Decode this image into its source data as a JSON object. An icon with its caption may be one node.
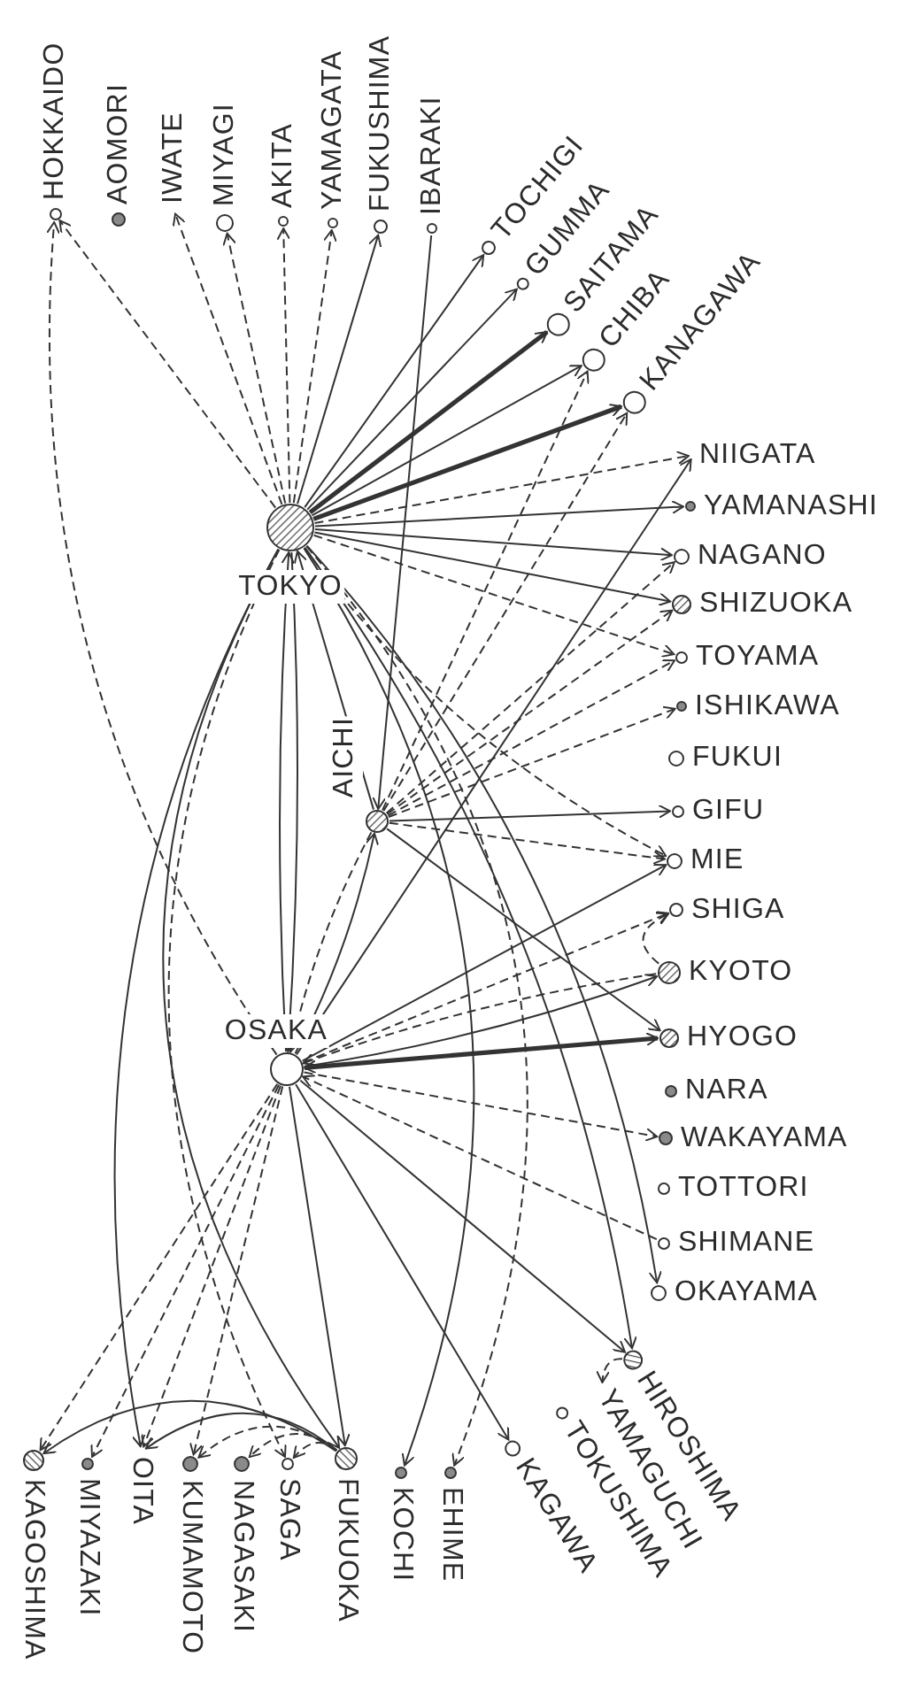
{
  "diagram": {
    "nodes": [
      {
        "text": [
          "HOKKAIDO"
        ]
      },
      {
        "text": [
          "AOMORI"
        ]
      },
      {
        "text": [
          "IWATE"
        ]
      },
      {
        "text": [
          "MIYAGI"
        ]
      },
      {
        "text": [
          "AKITA"
        ]
      },
      {
        "text": [
          "YAMAGATA"
        ]
      },
      {
        "text": [
          "FUKUSHIMA"
        ]
      },
      {
        "text": [
          "IBARAKI"
        ]
      },
      {
        "text": [
          "TOCHIGI"
        ]
      },
      {
        "text": [
          "GUMMA"
        ]
      },
      {
        "text": [
          "SAITAMA"
        ]
      },
      {
        "text": [
          "CHIBA"
        ]
      },
      {
        "text": [
          "KANAGAWA"
        ]
      },
      {
        "text": [
          "NIIGATA"
        ]
      },
      {
        "text": [
          "YAMANASHI"
        ]
      },
      {
        "text": [
          "NAGANO"
        ]
      },
      {
        "text": [
          "SHIZUOKA"
        ]
      },
      {
        "text": [
          "TOYAMA"
        ]
      },
      {
        "text": [
          "ISHIKAWA"
        ]
      },
      {
        "text": [
          "FUKUI"
        ]
      },
      {
        "text": [
          "GIFU"
        ]
      },
      {
        "text": [
          "MIE"
        ]
      },
      {
        "text": [
          "SHIGA"
        ]
      },
      {
        "text": [
          "KYOTO"
        ]
      },
      {
        "text": [
          "HYOGO"
        ]
      },
      {
        "text": [
          "NARA"
        ]
      },
      {
        "text": [
          "WAKAYAMA"
        ]
      },
      {
        "text": [
          "TOTTORI"
        ]
      },
      {
        "text": [
          "SHIMANE"
        ]
      },
      {
        "text": [
          "OKAYAMA"
        ]
      },
      {
        "text": [
          "HIROSHIMA"
        ]
      },
      {
        "text": [
          "YAMAGUCHI"
        ]
      },
      {
        "text": [
          "TOKUSHIMA"
        ]
      },
      {
        "text": [
          "KAGAWA"
        ]
      },
      {
        "text": [
          "EHIME"
        ]
      },
      {
        "text": [
          "KOCHI"
        ]
      },
      {
        "text": [
          "FUKUOKA"
        ]
      },
      {
        "text": [
          "SAGA"
        ]
      },
      {
        "text": [
          "NAGASAKI"
        ]
      },
      {
        "text": [
          "KUMAMOTO"
        ]
      },
      {
        "text": [
          "OITA"
        ]
      },
      {
        "text": [
          "MIYAZAKI"
        ]
      },
      {
        "text": [
          "KAGOSHIMA"
        ]
      },
      {
        "text": [
          "TOKYO"
        ]
      },
      {
        "text": [
          "AICHI"
        ]
      },
      {
        "text": [
          "OSAKA"
        ]
      }
    ],
    "edges": [
      {
        "from": 43,
        "to": 0,
        "arrow": "to",
        "style": "dashed"
      },
      {
        "from": 45,
        "to": 0,
        "arrow": "to",
        "style": "dashed"
      },
      {
        "from": 43,
        "to": 2,
        "arrow": "to",
        "style": "dashed"
      },
      {
        "from": 43,
        "to": 3,
        "arrow": "to",
        "style": "dashed"
      },
      {
        "from": 43,
        "to": 4,
        "arrow": "to",
        "style": "dashed"
      },
      {
        "from": 43,
        "to": 5,
        "arrow": "to",
        "style": "dashed"
      },
      {
        "from": 43,
        "to": 6,
        "arrow": "to"
      },
      {
        "from": 7,
        "to": 44,
        "arrow": "to"
      },
      {
        "from": 43,
        "to": 8,
        "arrow": "to"
      },
      {
        "from": 43,
        "to": 9,
        "arrow": "to"
      },
      {
        "from": 43,
        "to": 10,
        "arrow": "to",
        "style": "thick"
      },
      {
        "from": 43,
        "to": 11,
        "arrow": "to"
      },
      {
        "from": 43,
        "to": 12,
        "arrow": "to",
        "style": "thick"
      },
      {
        "from": 44,
        "to": 11,
        "arrow": "to",
        "style": "dashed"
      },
      {
        "from": 44,
        "to": 12,
        "arrow": "to",
        "style": "dashed"
      },
      {
        "from": 43,
        "to": 13,
        "arrow": "to",
        "style": "dashed"
      },
      {
        "from": 45,
        "to": 13,
        "arrow": "to"
      },
      {
        "from": 43,
        "to": 14,
        "arrow": "to"
      },
      {
        "from": 43,
        "to": 15,
        "arrow": "to"
      },
      {
        "from": 43,
        "to": 16,
        "arrow": "to"
      },
      {
        "from": 43,
        "to": 17,
        "arrow": "to",
        "style": "dashed"
      },
      {
        "from": 44,
        "to": 15,
        "arrow": "to",
        "style": "dashed"
      },
      {
        "from": 44,
        "to": 16,
        "arrow": "to",
        "style": "dashed"
      },
      {
        "from": 44,
        "to": 17,
        "arrow": "to",
        "style": "dashed"
      },
      {
        "from": 44,
        "to": 18,
        "arrow": "to",
        "style": "dashed"
      },
      {
        "from": 44,
        "to": 20,
        "arrow": "to"
      },
      {
        "from": 44,
        "to": 21,
        "arrow": "to",
        "style": "dashed"
      },
      {
        "from": 43,
        "to": 21,
        "arrow": "to",
        "style": "dashed"
      },
      {
        "from": 45,
        "to": 21,
        "arrow": "to"
      },
      {
        "from": 45,
        "to": 22,
        "arrow": "to",
        "style": "dashed"
      },
      {
        "from": 23,
        "to": 22,
        "arrow": "to",
        "style": "dashed"
      },
      {
        "from": 45,
        "to": 23,
        "arrow": "to"
      },
      {
        "from": 23,
        "to": 45,
        "arrow": "to",
        "style": "dashed"
      },
      {
        "from": 24,
        "to": 45,
        "arrow": "to",
        "style": "dashed"
      },
      {
        "from": 45,
        "to": 24,
        "arrow": "to",
        "style": "thick"
      },
      {
        "from": 45,
        "to": 26,
        "arrow": "to",
        "style": "dashed"
      },
      {
        "from": 28,
        "to": 45,
        "arrow": "to",
        "style": "dashed"
      },
      {
        "from": 44,
        "to": 24,
        "arrow": "to"
      },
      {
        "from": 43,
        "to": 29,
        "arrow": "to"
      },
      {
        "from": 45,
        "to": 30,
        "arrow": "to"
      },
      {
        "from": 43,
        "to": 30,
        "arrow": "to"
      },
      {
        "from": 30,
        "to": 31,
        "arrow": "to",
        "style": "dashed"
      },
      {
        "from": 45,
        "to": 33,
        "arrow": "to"
      },
      {
        "from": 45,
        "to": 36,
        "arrow": "to"
      },
      {
        "from": 43,
        "to": 36,
        "arrow": "to"
      },
      {
        "from": 43,
        "to": 35,
        "arrow": "to"
      },
      {
        "from": 43,
        "to": 34,
        "arrow": "to",
        "style": "dashed"
      },
      {
        "from": 43,
        "to": 40,
        "arrow": "to"
      },
      {
        "from": 45,
        "to": 42,
        "arrow": "to",
        "style": "dashed"
      },
      {
        "from": 45,
        "to": 41,
        "arrow": "to",
        "style": "dashed"
      },
      {
        "from": 45,
        "to": 40,
        "arrow": "to",
        "style": "dashed"
      },
      {
        "from": 45,
        "to": 39,
        "arrow": "to",
        "style": "dashed"
      },
      {
        "from": 43,
        "to": 37,
        "arrow": "to",
        "style": "dashed"
      },
      {
        "from": 36,
        "to": 42,
        "arrow": "to"
      },
      {
        "from": 36,
        "to": 40,
        "arrow": "to"
      },
      {
        "from": 36,
        "to": 39,
        "arrow": "to",
        "style": "dashed"
      },
      {
        "from": 36,
        "to": 38,
        "arrow": "to",
        "style": "dashed"
      },
      {
        "from": 36,
        "to": 37,
        "arrow": "to",
        "style": "dashed"
      },
      {
        "from": 43,
        "to": 45,
        "arrow": "to"
      },
      {
        "from": 45,
        "to": 43,
        "arrow": "to"
      },
      {
        "from": 44,
        "to": 43,
        "arrow": "to"
      },
      {
        "from": 44,
        "to": 45,
        "arrow": "to",
        "style": "dashed"
      },
      {
        "from": 45,
        "to": 44,
        "arrow": "to"
      }
    ]
  }
}
